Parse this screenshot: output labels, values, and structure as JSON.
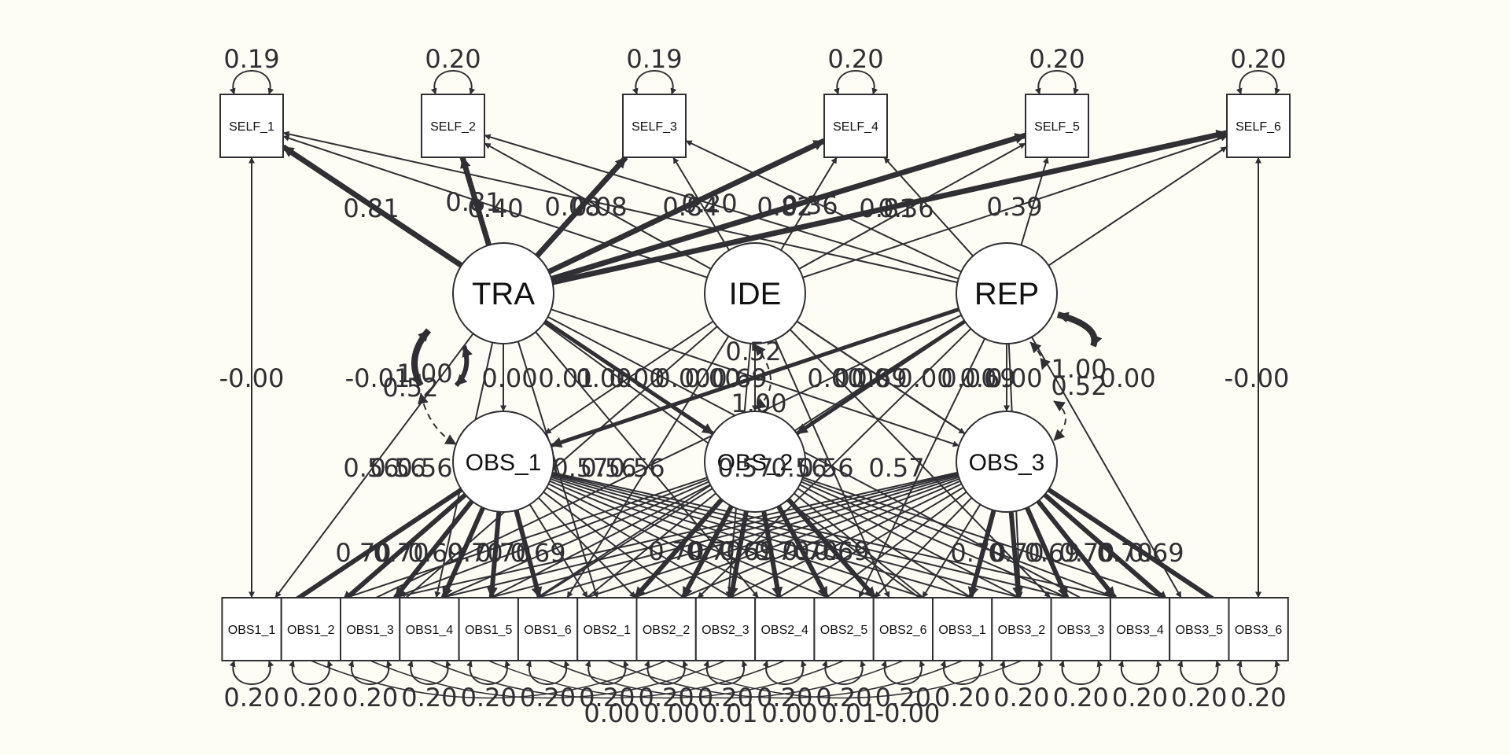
{
  "colors": {
    "background": "#fdfcf5",
    "ink": "#2f2f34"
  },
  "diagram": {
    "self_indicators": [
      "SELF_1",
      "SELF_2",
      "SELF_3",
      "SELF_4",
      "SELF_5",
      "SELF_6"
    ],
    "self_variances": [
      "0.19",
      "0.20",
      "0.19",
      "0.20",
      "0.20",
      "0.20"
    ],
    "latent_factors": [
      "TRA",
      "IDE",
      "REP"
    ],
    "obs_factors": [
      "OBS_1",
      "OBS_2",
      "OBS_3"
    ],
    "obs_indicators": [
      "OBS1_1",
      "OBS1_2",
      "OBS1_3",
      "OBS1_4",
      "OBS1_5",
      "OBS1_6",
      "OBS2_1",
      "OBS2_2",
      "OBS2_3",
      "OBS2_4",
      "OBS2_5",
      "OBS2_6",
      "OBS3_1",
      "OBS3_2",
      "OBS3_3",
      "OBS3_4",
      "OBS3_5",
      "OBS3_6"
    ],
    "obs_variances": [
      "0.20",
      "0.20",
      "0.20",
      "0.20",
      "0.20",
      "0.20",
      "0.20",
      "0.20",
      "0.20",
      "0.20",
      "0.20",
      "0.20",
      "0.20",
      "0.20",
      "0.20",
      "0.20",
      "0.20",
      "0.20"
    ],
    "labels": [
      "0.81",
      "0.81",
      "0.40",
      "0.08",
      "0.08",
      "0.84",
      "0.20",
      "0.82",
      "0.36",
      "0.81",
      "0.36",
      "0.39",
      "-0.00",
      "-0.01",
      "1.00",
      "0.52",
      "0.00",
      "0.01",
      "0.00",
      "0.00",
      "0.00",
      "0.00",
      "0.69",
      "0.00",
      "0.52",
      "1.00",
      "0.00",
      "0.69",
      "0.00",
      "0.00",
      "0.69",
      "0.00",
      "1.00",
      "0.52",
      "0.00",
      "-0.00",
      "0.56",
      "0.56",
      "0.56",
      "0.57",
      "0.56",
      "0.56",
      "0.57",
      "0.56",
      "0.56",
      "0.57",
      "0.70",
      "0.70",
      "0.69",
      "0.70",
      "0.70",
      "0.69",
      "0.70",
      "0.70",
      "0.69",
      "0.70",
      "0.70",
      "0.69",
      "0.70",
      "0.70",
      "0.69",
      "0.70",
      "0.70",
      "0.69",
      "0.00",
      "0.00",
      "0.01",
      "0.00",
      "0.01",
      "-0.00"
    ]
  }
}
